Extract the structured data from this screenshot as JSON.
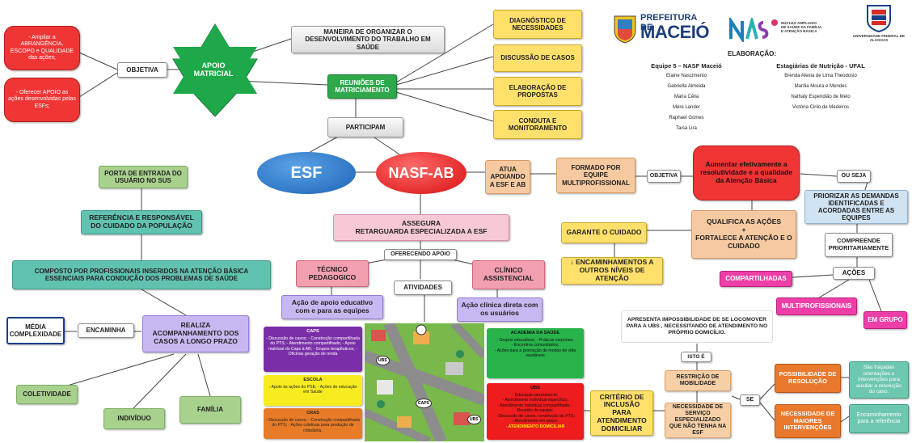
{
  "star": {
    "label": "APOIO MATRICIAL",
    "color": "#1fa84a"
  },
  "left": {
    "objetiva": "OBJETIVA",
    "red1": "- Ampliar a ABRANGÊNCIA, ESCOPO e QUALIDADE das ações;",
    "red2": "- Oferecer APOIO as ações desenvolvidas pelas ESFs;"
  },
  "top": {
    "maneira": "MANEIRA DE ORGANIZAR O DESENVOLVIMENTO DO TRABALHO EM SAÚDE",
    "reunioes": "REUNIÕES DE MATRICIAMENTO",
    "participam": "PARTICIPAM",
    "items": [
      "DIAGNÓSTICO DE NECESSIDADES",
      "DISCUSSÃO DE CASOS",
      "ELABORAÇÃO DE PROPOSTAS",
      "CONDUTA E MONITORAMENTO"
    ]
  },
  "header": {
    "prefeitura_top": "PREFEITURA DE",
    "prefeitura_city": "MACEIÓ",
    "nasf_logo_text": "NÚCLEO AMPLIADO DE SAÚDE DA FAMÍLIA E ATENÇÃO BÁSICA",
    "ufal": "UNIVERSIDADE FEDERAL DE ALAGOAS",
    "elaboracao": "ELABORAÇÃO:",
    "team1_title": "Equipe 5 – NASF Maceió",
    "team1": [
      "Elaine Nascimento",
      "Gabriella Almeida",
      "Maria Célia",
      "Mére Lander",
      "Raphael Gomes",
      "Taisa Lira"
    ],
    "team2_title": "Estagiárias de Nutrição - UFAL",
    "team2": [
      "Brenda Alexia de Lima Theodosio",
      "Marília Moura e Mendes",
      "Nathaly Esperidião de Melo",
      "Victória Cirilo de Medeiros"
    ]
  },
  "esf": {
    "label": "ESF",
    "porta": "PORTA DE ENTRADA DO USUÁRIO NO SUS",
    "referencia": "REFERÊNCIA E RESPONSÁVEL DO CUIDADO DA POPULAÇÃO",
    "composto": "COMPOSTO POR PROFISSIONAIS INSERIDOS NA ATENÇÃO BÁSICA ESSENCIAIS PARA CONDUÇÃO DOS PROBLEMAS DE SAÚDE",
    "realiza": "REALIZA ACOMPANHAMENTO DOS CASOS A LONGO PRAZO",
    "encaminha": "ENCAMINHA",
    "media": "MÉDIA COMPLEXIDADE",
    "coletividade": "COLETIVIDADE",
    "individuo": "INDIVÍDUO",
    "familia": "FAMÍLIA"
  },
  "nasf": {
    "label": "NASF-AB",
    "atua": "ATUA APOIANDO A ESF E AB",
    "formado": "FORMADO POR EQUIPE MULTIPROFISSIONAL",
    "objetiva": "OBJETIVA",
    "aumentar": "Aumentar efetivamente a resolutividade e a qualidade da Atenção Básica",
    "ou_seja": "OU SEJA",
    "priorizar": "PRIORIZAR AS DEMANDAS IDENTIFICADAS E ACORDADAS ENTRE AS EQUIPES",
    "compreende": "COMPREENDE PRIORITARIAMENTE",
    "acoes": "AÇÕES",
    "compartilhadas": "COMPARTILHADAS",
    "multi": "MULTIPROFISSIONAIS",
    "grupo": "EM GRUPO",
    "qualifica": "QUALIFICA AS AÇÕES\n+\nFORTALECE A ATENÇÃO E O CUIDADO",
    "garante": "GARANTE  O CUIDADO",
    "encaminhamentos": "↓ ENCAMINHAMENTOS A OUTROS NÍVEIS DE ATENÇÃO",
    "assegura": "ASSEGURA\nRETARGUARDA ESPECIALIZADA A ESF",
    "oferecendo": "OFERECENDO APOIO",
    "tecnico": "TÉCNICO PEDAGOGICO",
    "clinico": "CLÍNICO ASSISTENCIAL",
    "atividades": "ATIVIDADES",
    "acao_edu": "Ação de apoio educativo com e para as equipes",
    "acao_clin": "Ação clínica direta com os usuários"
  },
  "cards": {
    "caps_title": "CAPS",
    "caps": "- Discussão de casos; - Construção compartilhada do PTS; - Atendimento compartilhado; - Apoio matricial do Caps à AB; - Grupos terapêuticos; - Oficinas geração de renda",
    "escola_title": "ESCOLA",
    "escola": "- Apoio às ações do PSE; - Ações de educação em Saúde",
    "cras_title": "CRAS",
    "cras": "- Discussão de casos; - Construção compartilhada do PTS; - Ações coletivas para produção de cidadania.",
    "academia_title": "ACADEMIA DA SAÚDE",
    "academia": "- Grupos educativos; - Práticas corporais;\n- Encontros comunitários;\n- Ações para a promoção de modos de vida saudáveis",
    "ubs_title": "UBS",
    "ubs": "- Educação permanente;\n- Atendimento individual específico;\n- Atendimento individual compartilhado; - Reunião de equipe;\n- Discussão de casos, construção de PTS;\n- Atendimento em grupo;",
    "ubs_highlight": "- ATENDIMENTO DOMICILIAR",
    "map_labels": [
      "UBS",
      "CAPS",
      "UBS"
    ]
  },
  "domiciliar": {
    "apresenta": "APRESENTA IMPOSSIBILIDADE DE SE LOCOMOVER PARA A UBS , NECESSITANDO DE ATENDIMENTO NO PRÓPRIO DOMICÍLIO.",
    "isto_e": "ISTO É",
    "criterio": "CRITÉRIO  DE INCLUSÃO PARA ATENDIMENTO DOMICILIAR",
    "restricao": "RESTRIÇÃO DE MOBILIDADE",
    "necessidade_servico": "NECESSIDADE DE SERVIÇO ESPECIALIZADO QUE NÃO TENHA NA ESF",
    "se": "SE",
    "possibilidade": "POSSIBILIDADE DE RESOLUÇÃO",
    "maiores": "NECESSIDADE DE MAIORES INTERVENÇÕES",
    "sao_tracadas": "São traçadas orientações  e intervenções para auxiliar a resolução do caso.",
    "encaminhamento": "Encaminhamento para a referência"
  }
}
